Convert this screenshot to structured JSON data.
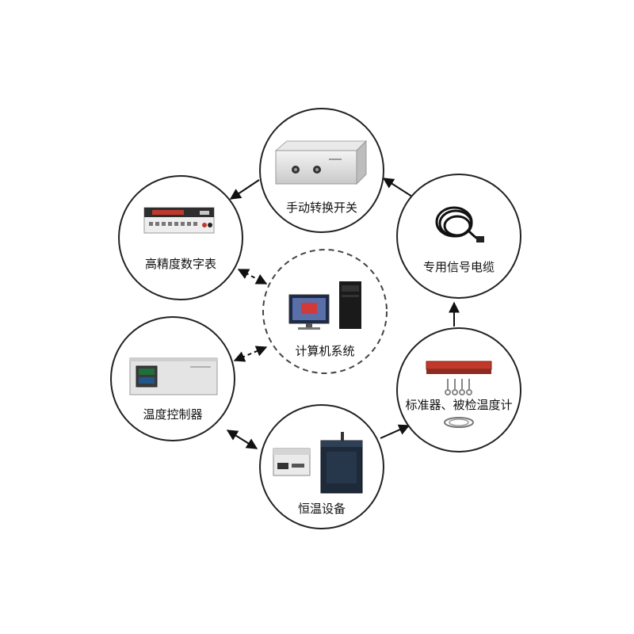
{
  "diagram": {
    "nodes": {
      "manual_switch": {
        "label": "手动转换开关",
        "icon": "switch-box-icon"
      },
      "signal_cable": {
        "label": "专用信号电缆",
        "icon": "cable-coil-icon"
      },
      "thermometers": {
        "label": "标准器、被检温度计",
        "icon": "thermometer-set-icon"
      },
      "thermostat": {
        "label": "恒温设备",
        "icon": "thermostatic-bath-icon"
      },
      "temp_controller": {
        "label": "温度控制器",
        "icon": "controller-panel-icon"
      },
      "multimeter": {
        "label": "高精度数字表",
        "icon": "digital-multimeter-icon"
      },
      "computer": {
        "label": "计算机系统",
        "icon": "computer-workstation-icon"
      }
    },
    "colors": {
      "circle_stroke": "#222222",
      "arrow": "#111111",
      "text": "#111111",
      "dashed_circle": "#444444"
    }
  }
}
